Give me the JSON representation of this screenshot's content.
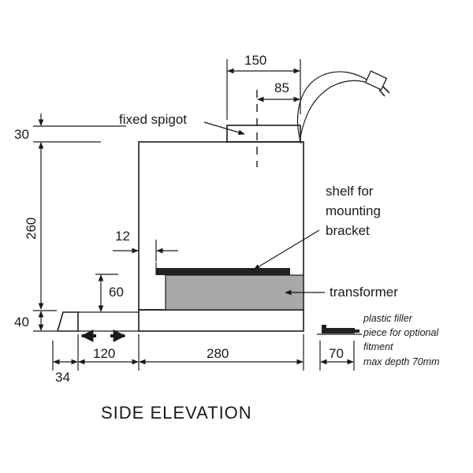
{
  "dimensions": {
    "d150": "150",
    "d85": "85",
    "d30": "30",
    "d260": "260",
    "d12": "12",
    "d60": "60",
    "d40": "40",
    "d120": "120",
    "d280": "280",
    "d34": "34",
    "d70": "70"
  },
  "labels": {
    "fixed_spigot": "fixed spigot",
    "shelf_line1": "shelf for",
    "shelf_line2": "mounting",
    "shelf_line3": "bracket",
    "transformer": "transformer"
  },
  "notes": {
    "line1": "plastic filler",
    "line2": "piece for optional",
    "line3": "fitment",
    "line4": "max depth 70mm"
  },
  "title": "SIDE ELEVATION",
  "colors": {
    "ink": "#1a1a1a",
    "transformer_fill": "#a9a9a9",
    "shelf_fill": "#222222"
  }
}
